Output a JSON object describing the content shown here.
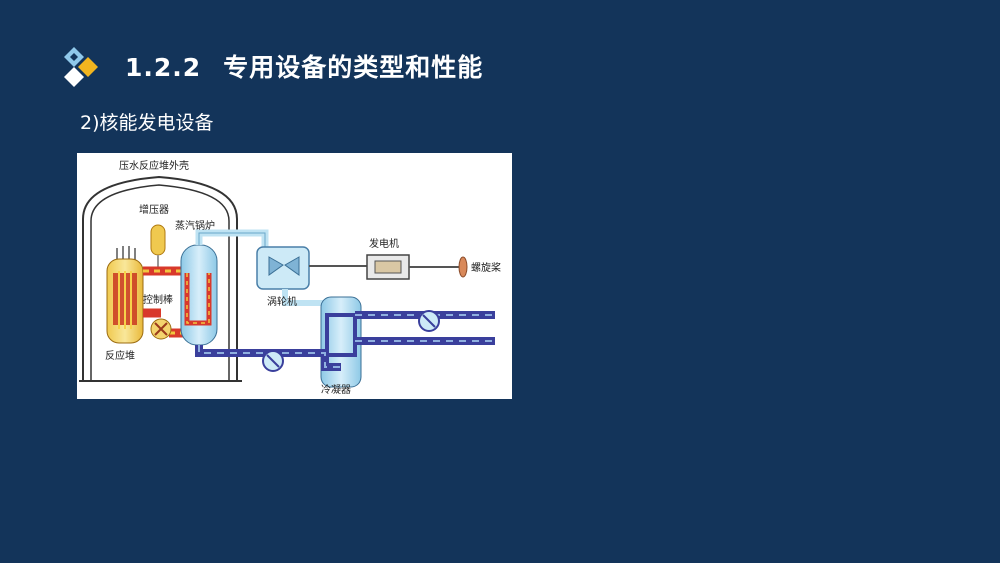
{
  "header": {
    "section_number": "1.2.2",
    "title": "专用设备的类型和性能"
  },
  "subtitle": "2)核能发电设备",
  "diagram": {
    "labels": {
      "containment": "压水反应堆外壳",
      "pressurizer": "增压器",
      "steam_generator": "蒸汽锅炉",
      "generator": "发电机",
      "propeller": "螺旋桨",
      "control_rod": "控制棒",
      "turbine": "涡轮机",
      "reactor": "反应堆",
      "condenser": "冷凝器"
    },
    "colors": {
      "primary_loop": "#d8392b",
      "primary_dash": "#f2c640",
      "secondary_loop": "#3a3f9c",
      "steam": "#bfe3f3",
      "reactor": "#f2d77a"
    }
  }
}
